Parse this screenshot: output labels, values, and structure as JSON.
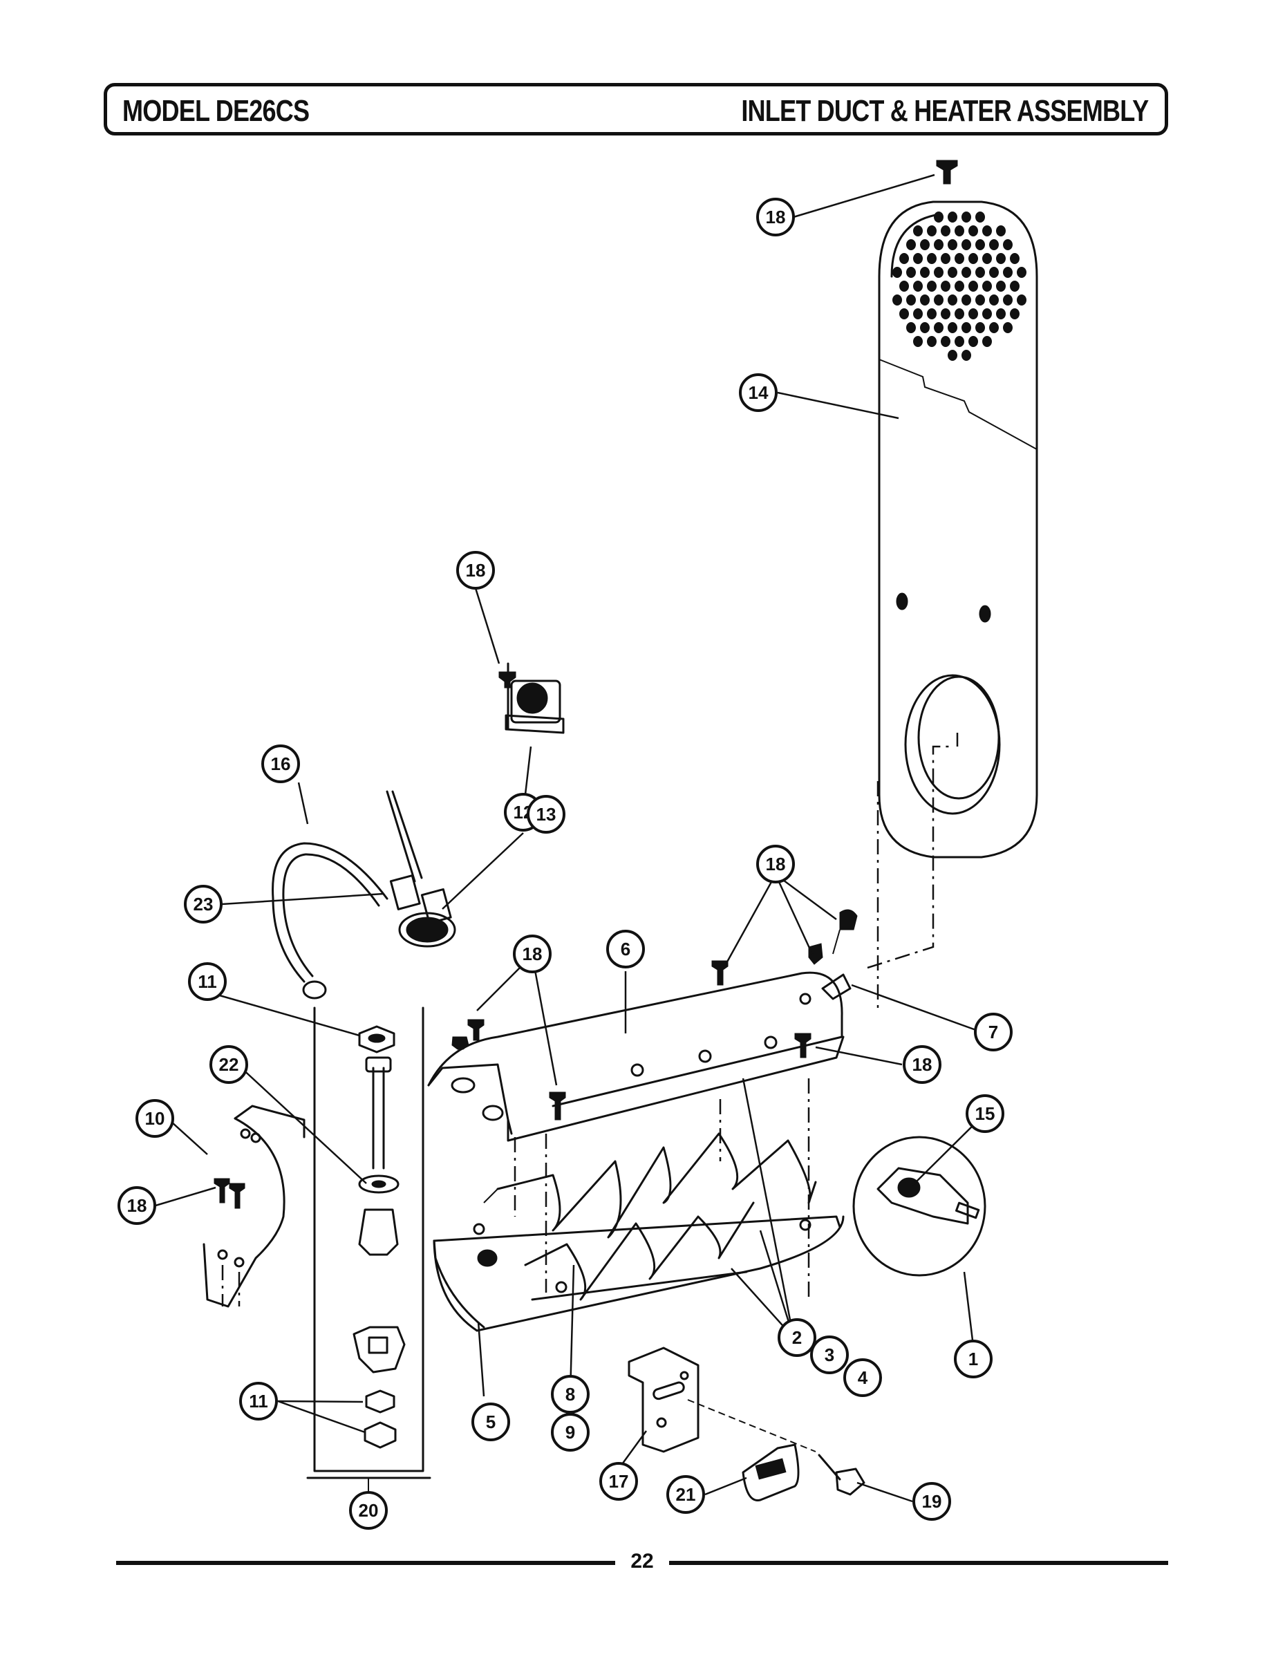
{
  "header": {
    "model": "MODEL DE26CS",
    "section": "INLET DUCT & HEATER ASSEMBLY"
  },
  "callouts": [
    {
      "id": "c18a",
      "label": "18"
    },
    {
      "id": "c14",
      "label": "14"
    },
    {
      "id": "c18b",
      "label": "18"
    },
    {
      "id": "c16",
      "label": "16"
    },
    {
      "id": "c12",
      "label": "12"
    },
    {
      "id": "c13",
      "label": "13"
    },
    {
      "id": "c23",
      "label": "23"
    },
    {
      "id": "c18c",
      "label": "18"
    },
    {
      "id": "c18d",
      "label": "18"
    },
    {
      "id": "c6",
      "label": "6"
    },
    {
      "id": "c7",
      "label": "7"
    },
    {
      "id": "c11a",
      "label": "11"
    },
    {
      "id": "c22",
      "label": "22"
    },
    {
      "id": "c18e",
      "label": "18"
    },
    {
      "id": "c10",
      "label": "10"
    },
    {
      "id": "c15",
      "label": "15"
    },
    {
      "id": "c18f",
      "label": "18"
    },
    {
      "id": "c2",
      "label": "2"
    },
    {
      "id": "c3",
      "label": "3"
    },
    {
      "id": "c4",
      "label": "4"
    },
    {
      "id": "c1",
      "label": "1"
    },
    {
      "id": "c8",
      "label": "8"
    },
    {
      "id": "c9",
      "label": "9"
    },
    {
      "id": "c5",
      "label": "5"
    },
    {
      "id": "c11b",
      "label": "11"
    },
    {
      "id": "c20",
      "label": "20"
    },
    {
      "id": "c17",
      "label": "17"
    },
    {
      "id": "c21",
      "label": "21"
    },
    {
      "id": "c19",
      "label": "19"
    }
  ],
  "footer": {
    "page_number": "22"
  }
}
